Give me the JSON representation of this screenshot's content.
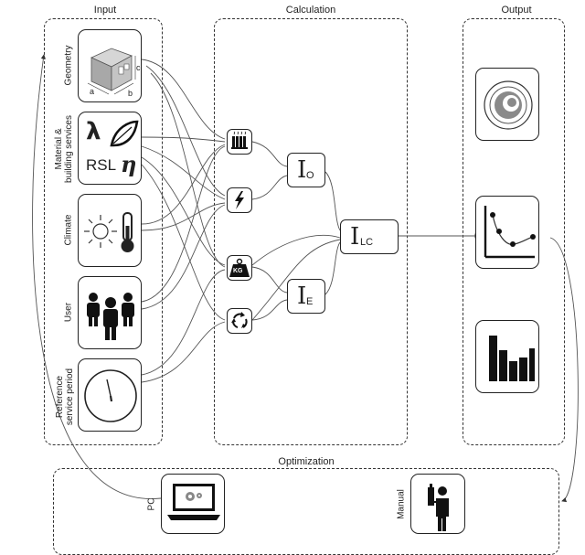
{
  "sections": {
    "input": "Input",
    "calculation": "Calculation",
    "output": "Output",
    "optimization": "Optimization"
  },
  "inputs": [
    {
      "label": "Geometry",
      "icon": "house-geometry-icon",
      "dims": {
        "a": "a",
        "b": "b",
        "c": "c"
      }
    },
    {
      "label_line1": "Material &",
      "label_line2": "building services",
      "icon": "material-properties-icon",
      "symbols": {
        "lambda": "λ",
        "rsl": "RSL",
        "eta": "η"
      }
    },
    {
      "label": "Climate",
      "icon": "sun-thermometer-icon"
    },
    {
      "label": "User",
      "icon": "users-group-icon"
    },
    {
      "label_line1": "Reference",
      "label_line2": "service period",
      "icon": "clock-icon"
    }
  ],
  "calc": {
    "process_icons": [
      "radiator-icon",
      "electricity-icon",
      "weight-kg-icon",
      "recycle-icon"
    ],
    "weight_text": "KG",
    "io": {
      "main": "I",
      "sub": "O"
    },
    "ie": {
      "main": "I",
      "sub": "E"
    },
    "ilc": {
      "main": "I",
      "sub": "LC"
    }
  },
  "outputs": [
    "target-diagram-icon",
    "optimization-curve-icon",
    "bar-chart-icon"
  ],
  "optimization": {
    "pc": {
      "label": "PC",
      "icon": "laptop-gears-icon"
    },
    "manual": {
      "label": "Manual",
      "icon": "person-manual-icon"
    }
  }
}
